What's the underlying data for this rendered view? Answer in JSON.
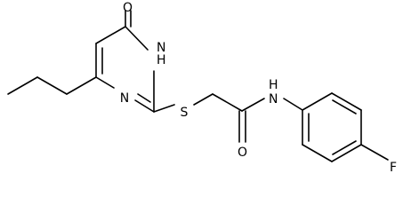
{
  "structure": {
    "atom_labels": {
      "carbonyl_oxygen_ring": "O",
      "ring_nh": "H",
      "ring_nh_n": "N",
      "ring_n_lower": "N",
      "thioether_sulfur": "S",
      "amide_nh": "H",
      "amide_n": "N",
      "amide_oxygen": "O",
      "fluorine": "F"
    }
  }
}
